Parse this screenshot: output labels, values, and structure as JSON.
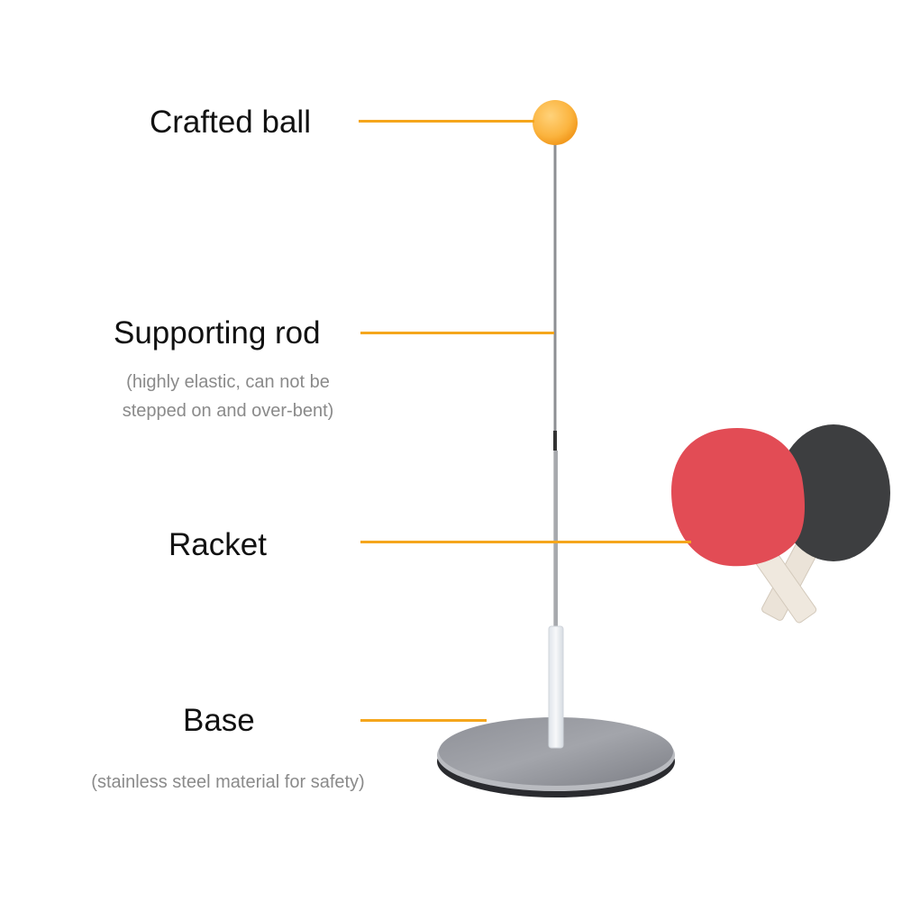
{
  "diagram": {
    "subject": "Table tennis trainer with elastic rod",
    "accent_color": "#f5a61c",
    "parts": [
      {
        "label": "Crafted ball",
        "note": ""
      },
      {
        "label": "Supporting rod",
        "note_lines": [
          "(highly elastic, can not be",
          "stepped on and over-bent)"
        ]
      },
      {
        "label": "Racket",
        "note": ""
      },
      {
        "label": "Base",
        "note": "(stainless steel material for safety)"
      }
    ]
  }
}
